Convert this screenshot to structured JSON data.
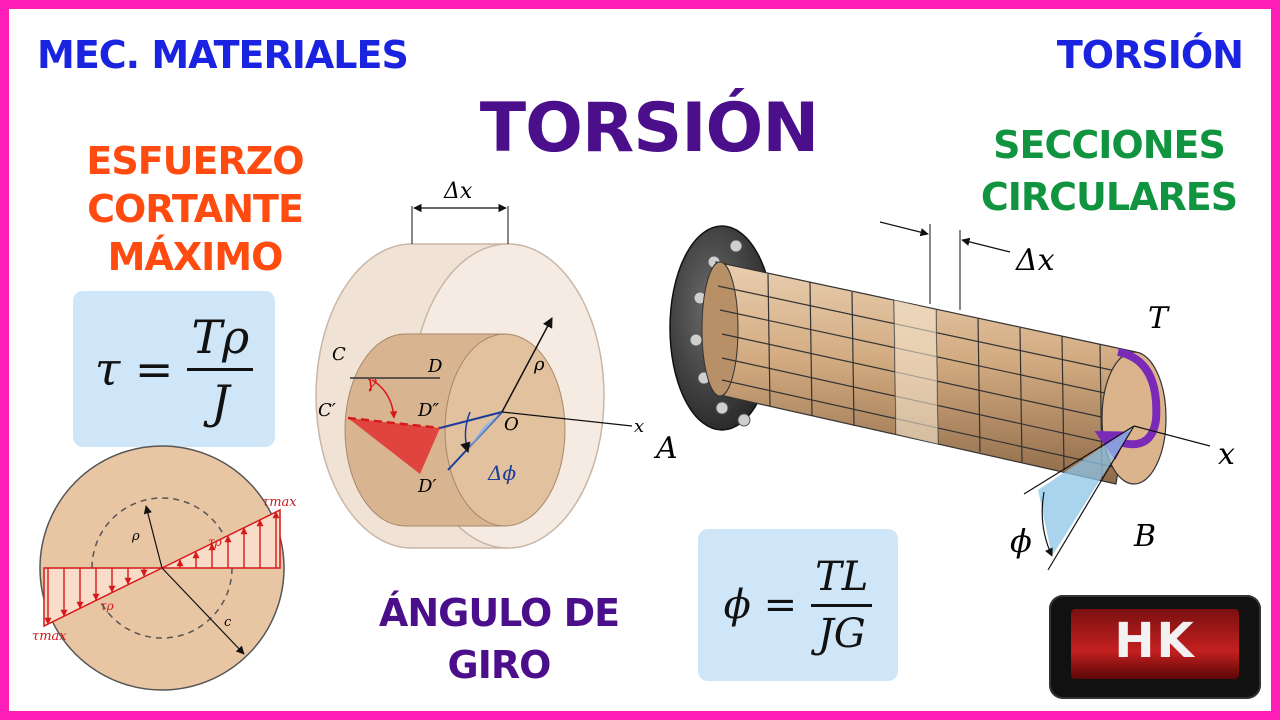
{
  "header": {
    "left_title": "MEC. MATERIALES",
    "right_title": "TORSIÓN",
    "main_title": "TORSIÓN"
  },
  "sections": {
    "shear_heading": [
      "ESFUERZO",
      "CORTANTE",
      "MÁXIMO"
    ],
    "circular_heading": [
      "SECCIONES",
      "CIRCULARES"
    ],
    "angle_heading": [
      "ÁNGULO DE",
      "GIRO"
    ]
  },
  "formulas": {
    "shear": {
      "lhs": "τ =",
      "numerator": "Tρ",
      "denominator": "J"
    },
    "angle": {
      "lhs": "ϕ =",
      "numerator": "TL",
      "denominator": "JG"
    }
  },
  "stress_diagram": {
    "labels": {
      "tau_max_top": "τmax",
      "tau_max_bottom": "τmax",
      "tau_rho_top": "τρ",
      "tau_rho_bottom": "τρ",
      "rho": "ρ",
      "c": "c"
    }
  },
  "cylinder_diagram": {
    "labels": {
      "dx": "Δx",
      "C": "C",
      "D": "D",
      "C_prime": "C′",
      "D_double_prime": "D″",
      "D_prime": "D′",
      "O": "O",
      "x": "x",
      "rho": "ρ",
      "gamma": "γ",
      "dphi": "Δϕ"
    }
  },
  "shaft_diagram": {
    "labels": {
      "dx": "Δx",
      "T": "T",
      "A": "A",
      "B": "B",
      "x": "x",
      "phi": "ϕ"
    }
  },
  "logo": {
    "text": "HK"
  },
  "colors": {
    "frame": "#ff1fb8",
    "header_blue": "#1a23e0",
    "title_purple": "#4b0f8c",
    "shear_orange": "#ff4a10",
    "circular_green": "#109440",
    "formula_bg": "#cfe6f8"
  }
}
